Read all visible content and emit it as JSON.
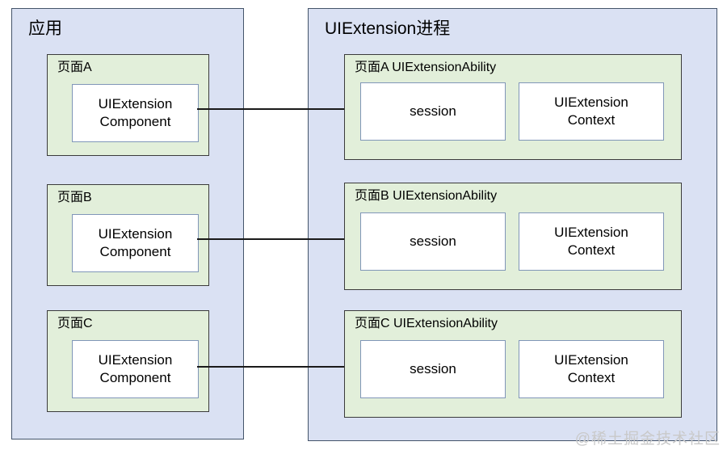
{
  "diagram": {
    "left_panel": {
      "title": "应用",
      "pages": [
        {
          "title": "页面A",
          "component_line1": "UIExtension",
          "component_line2": "Component"
        },
        {
          "title": "页面B",
          "component_line1": "UIExtension",
          "component_line2": "Component"
        },
        {
          "title": "页面C",
          "component_line1": "UIExtension",
          "component_line2": "Component"
        }
      ]
    },
    "right_panel": {
      "title": "UIExtension进程",
      "abilities": [
        {
          "title": "页面A UIExtensionAbility",
          "session_label": "session",
          "context_line1": "UIExtension",
          "context_line2": "Context"
        },
        {
          "title": "页面B UIExtensionAbility",
          "session_label": "session",
          "context_line1": "UIExtension",
          "context_line2": "Context"
        },
        {
          "title": "页面C UIExtensionAbility",
          "session_label": "session",
          "context_line1": "UIExtension",
          "context_line2": "Context"
        }
      ]
    },
    "watermark": "@稀土掘金技术社区",
    "colors": {
      "panel_fill": "#dae1f3",
      "panel_border": "#44546a",
      "group_fill": "#e2efda",
      "group_border": "#3b3b3b",
      "leaf_fill": "#ffffff",
      "leaf_border": "#8096b8",
      "connector": "#1a1a1a",
      "watermark": "#c9c9c9"
    }
  }
}
